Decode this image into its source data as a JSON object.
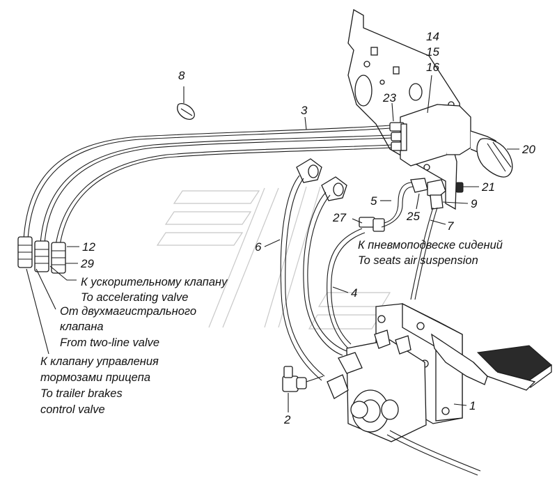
{
  "callouts": {
    "n1": "1",
    "n2": "2",
    "n3": "3",
    "n4": "4",
    "n5": "5",
    "n6": "6",
    "n7": "7",
    "n8": "8",
    "n9": "9",
    "n12": "12",
    "n14": "14",
    "n15": "15",
    "n16": "16",
    "n20": "20",
    "n21": "21",
    "n23": "23",
    "n25": "25",
    "n27": "27",
    "n29": "29"
  },
  "annotations": {
    "seats_ru": "К пневмоподвеске сидений",
    "seats_en": "To seats air suspension",
    "accel_ru": "К ускорительному клапану",
    "accel_en": "To accelerating valve",
    "twoline_ru_1": "От двухмагистрального",
    "twoline_ru_2": "клапана",
    "twoline_en": "From two-line valve",
    "trailer_ru_1": "К клапану управления",
    "trailer_ru_2": "тормозами прицепа",
    "trailer_en_1": "To trailer brakes",
    "trailer_en_2": "control valve"
  }
}
